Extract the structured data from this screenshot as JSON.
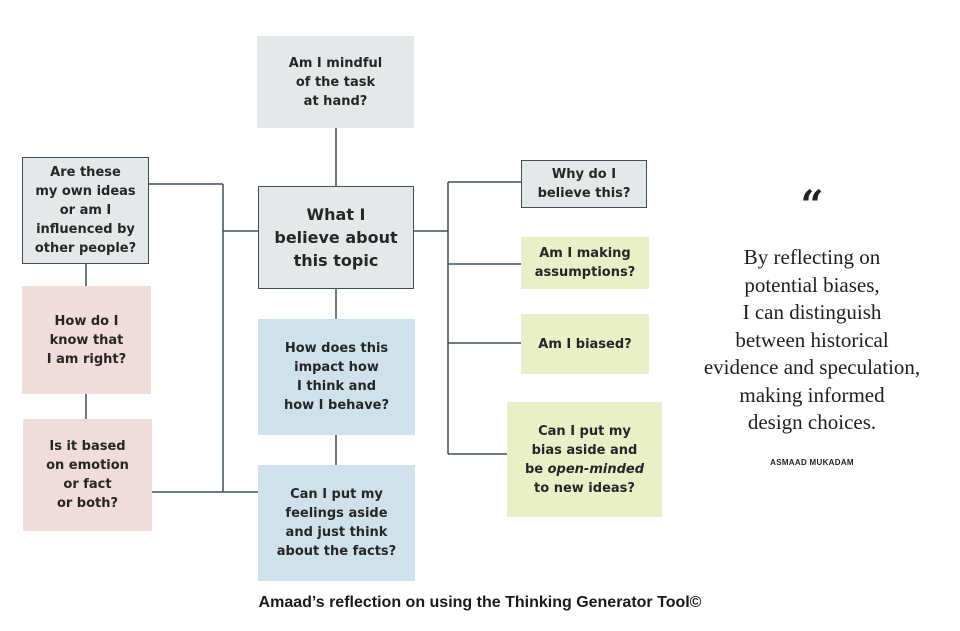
{
  "diagram": {
    "boxes": {
      "top": [
        "Am I mindful",
        "of the task",
        "at hand?"
      ],
      "center": [
        "What I",
        "believe about",
        "this topic"
      ],
      "left_ideas": [
        "Are these",
        "my own ideas",
        "or am I",
        "influenced by",
        "other people?"
      ],
      "left_right": [
        "How do I",
        "know that",
        "I am right?"
      ],
      "left_emotion": [
        "Is it based",
        "on emotion",
        "or fact",
        "or both?"
      ],
      "mid_impact": [
        "How does this",
        "impact how",
        "I think and",
        "how I behave?"
      ],
      "mid_feelings": [
        "Can I put my",
        "feelings aside",
        "and just think",
        "about the facts?"
      ],
      "right_why": [
        "Why do I",
        "believe this?"
      ],
      "right_assumptions": [
        "Am I making",
        "assumptions?"
      ],
      "right_biased": [
        "Am I biased?"
      ],
      "right_bias_aside": {
        "line1": "Can I put my",
        "line2": "bias aside and",
        "line3_prefix": "be ",
        "line3_emphasis": "open-minded",
        "line4": "to new ideas?"
      }
    }
  },
  "quote": {
    "mark": "“",
    "lines": [
      "By reflecting on",
      "potential biases,",
      "I can distinguish",
      "between historical",
      "evidence and speculation,",
      "making informed",
      "design choices."
    ],
    "author": "ASMAAD MUKADAM"
  },
  "caption": "Amaad’s reflection on using the Thinking Generator Tool©",
  "colors": {
    "line": "#3f4f5b",
    "grey": "#e5e8e9",
    "pink": "#f0dcda",
    "blue": "#cfe2ec",
    "green": "#e9efc7"
  }
}
